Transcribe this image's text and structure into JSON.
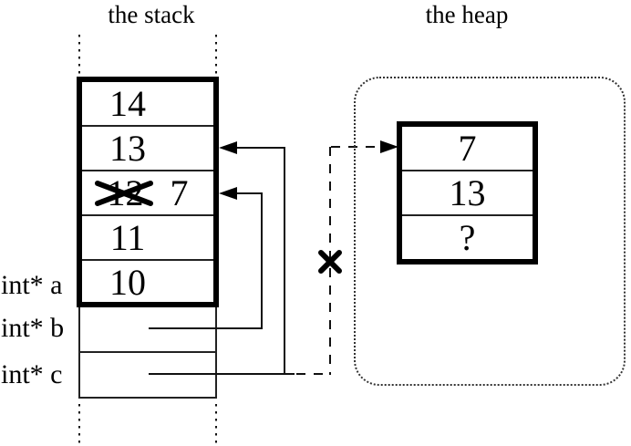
{
  "titles": {
    "stack": "the stack",
    "heap": "the heap"
  },
  "stack": {
    "cells": [
      {
        "value": "14"
      },
      {
        "value": "13"
      },
      {
        "value": "12",
        "crossed_out": true,
        "new_value": "7"
      },
      {
        "value": "11"
      },
      {
        "value": "10"
      }
    ]
  },
  "heap": {
    "cells": [
      {
        "value": "7"
      },
      {
        "value": "13"
      },
      {
        "value": "?"
      }
    ]
  },
  "pointer_labels": {
    "a": "int* a",
    "b": "int* b",
    "c": "int* c"
  },
  "colors": {
    "ink": "#000000",
    "background": "#ffffff"
  }
}
